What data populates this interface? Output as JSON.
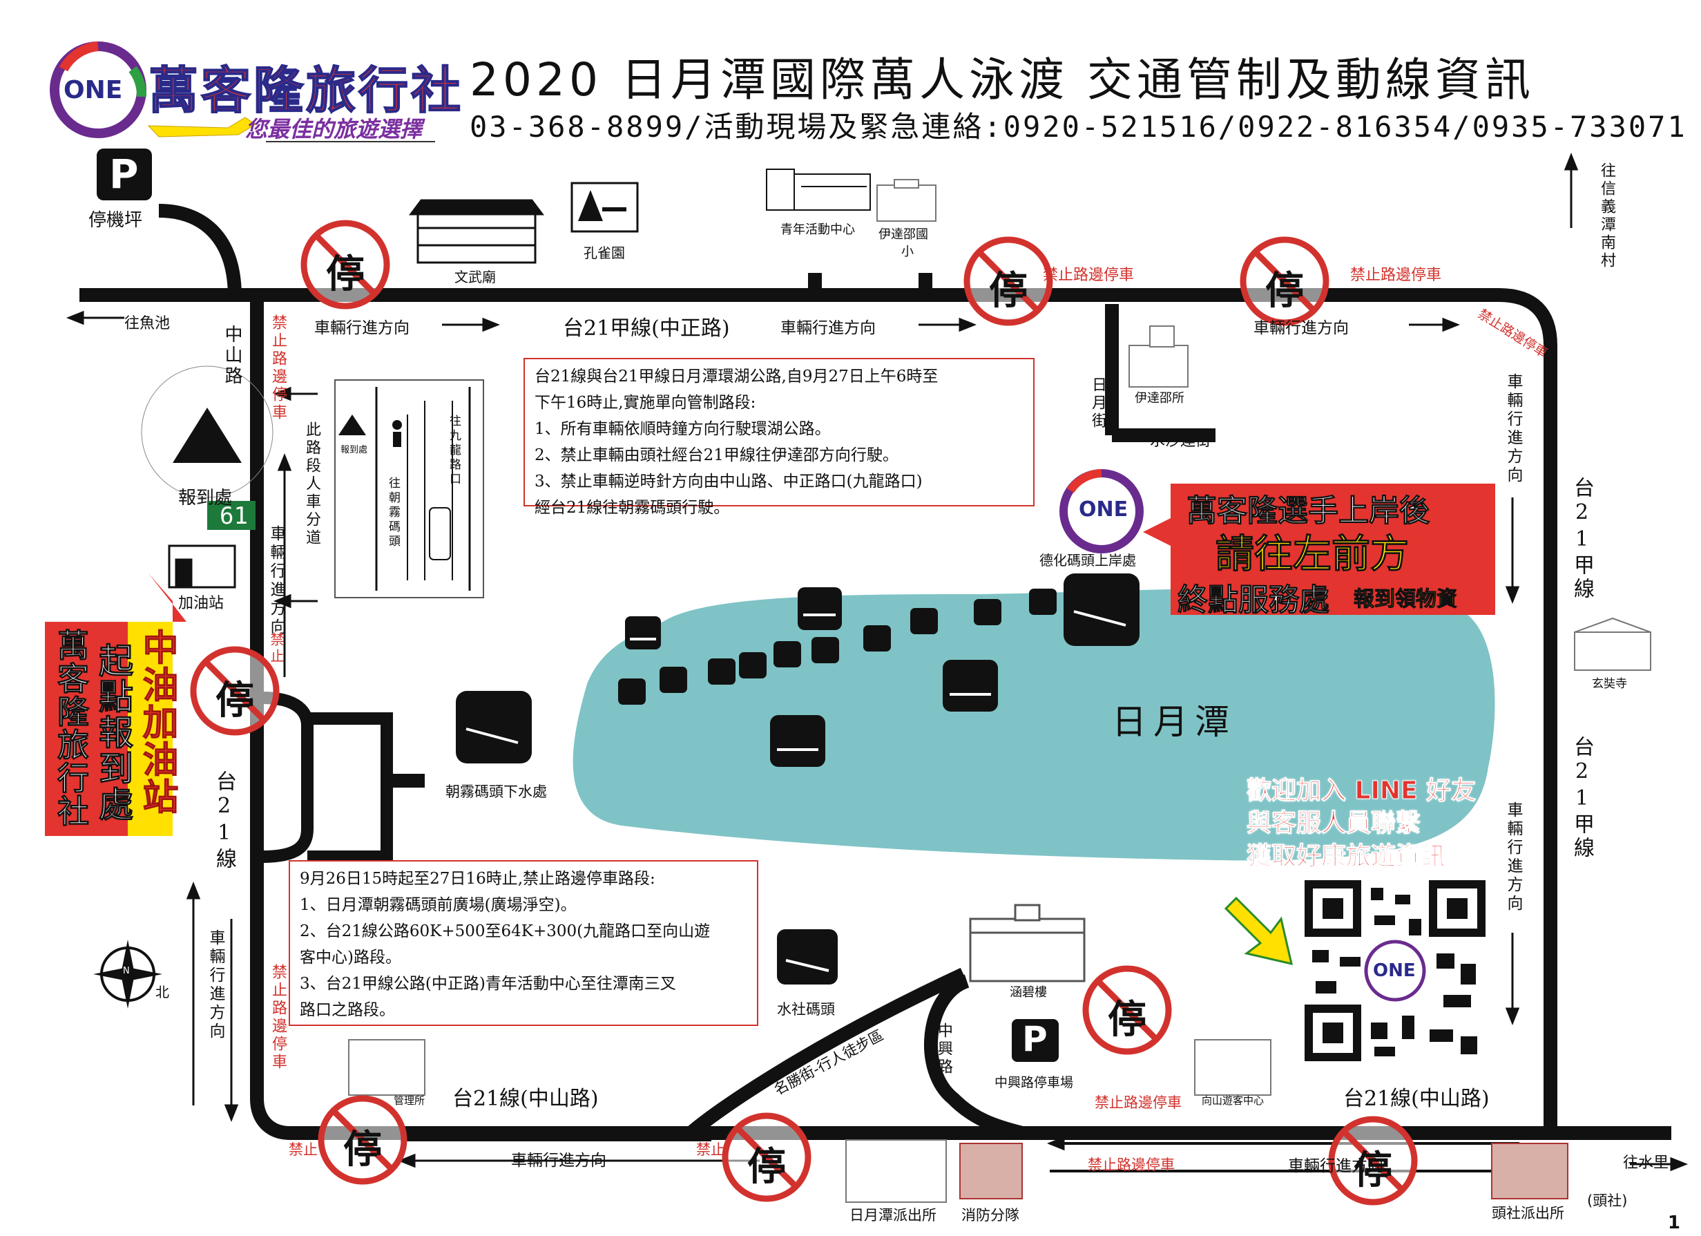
{
  "header": {
    "brand_name": "萬客隆旅行社",
    "brand_slogan": "您最佳的旅遊選擇",
    "logo_text": "ONE",
    "title": "2020 日月潭國際萬人泳渡 交通管制及動線資訊",
    "contact": "03-368-8899/活動現場及緊急連絡:0920-521516/0922-816354/0935-733071"
  },
  "colors": {
    "lake": "#7fc3c6",
    "road": "#111111",
    "warning_red": "#d2322d",
    "callout_red": "#e3342f",
    "badge_green": "#1d7a3a",
    "highlight_yellow": "#ffe000"
  },
  "icons": {
    "parking": "parking-icon",
    "no_parking": "no-parking-icon",
    "swimmer": "swimmer-icon",
    "canoe": "canoe-icon",
    "boat_ramp": "boat-ramp-icon",
    "compass": "compass-icon",
    "qr": "qr-code-icon",
    "arrow": "arrow-icon"
  },
  "no_parking_char": "停",
  "parking_char": "P",
  "places": {
    "airport_parking": "停機坪",
    "confucius_temple": "文武廟",
    "peacock_garden": "孔雀園",
    "youth_center": "青年活動中心",
    "ita_thao_school_a": "伊達邵國",
    "ita_thao_school_b": "小",
    "ita_thao_office": "伊達邵所",
    "dehua_pier": "德化碼頭上岸處",
    "registration": "報到處",
    "gas_station": "加油站",
    "chaowu_pier": "朝霧碼頭下水處",
    "shuishe_pier": "水社碼頭",
    "hanbi_tower": "涵碧樓",
    "zhongxing_parking": "中興路停車場",
    "xuanzang_temple": "玄奘寺",
    "management_office": "管理所",
    "xiangshan_center": "向山遊客中心",
    "police_station": "日月潭派出所",
    "fire_branch": "消防分隊",
    "toushe_police": "頭社派出所",
    "toushe": "(頭社)",
    "lake_name": "日月潭",
    "route_61": "61",
    "registration_small": "報到處"
  },
  "roads": {
    "to_fish_pond": "往魚池",
    "zhongshan_road_left": "中山路",
    "road_21a_top": "台21甲線(中正路)",
    "riyue_street": "日月街",
    "shuisha_street": "水沙連街",
    "road_21_left": "台21線",
    "road_21_bottom_left": "台21線(中山路)",
    "road_21_bottom_right": "台21線(中山路)",
    "zhongxing_road": "中興路",
    "mingsheng_street": "名勝街-行人徒步區",
    "road_21a_right_a": "台21甲線",
    "road_21a_right_b": "台21甲線",
    "to_xinyi": "往信義潭南村",
    "to_shuili": "往水里",
    "to_jiulong": "往九龍路口",
    "to_chaowu": "往朝霧碼頭",
    "ped_separation": "此路段人車分道"
  },
  "directions": {
    "vehicle_dir": "車輛行進方向"
  },
  "no_parking_labels": {
    "roadside": "禁止路邊停車",
    "short": "禁止"
  },
  "infobox_top": {
    "lines": [
      "台21線與台21甲線日月潭環湖公路,自9月27日上午6時至",
      "下午16時止,實施單向管制路段:",
      "1、所有車輛依順時鐘方向行駛環湖公路。",
      "2、禁止車輛由頭社經台21甲線往伊達邵方向行駛。",
      "3、禁止車輛逆時針方向由中山路、中正路口(九龍路口)",
      "   經台21線往朝霧碼頭行駛。"
    ]
  },
  "infobox_bottom": {
    "lines": [
      "9月26日15時起至27日16時止,禁止路邊停車路段:",
      "1、日月潭朝霧碼頭前廣場(廣場淨空)。",
      "2、台21線公路60K+500至64K+300(九龍路口至向山遊",
      "   客中心)路段。",
      "3、台21甲線公路(中正路)青年活動中心至往潭南三叉",
      "   路口之路段。"
    ]
  },
  "callout_finish": {
    "line1": "萬客隆選手上岸後",
    "line2": "請往左前方",
    "line3": "終點服務處",
    "line3_small": "報到領物資"
  },
  "callout_start": {
    "col1": "萬客隆旅行社",
    "col2": "起點報到處",
    "col3": "中油加油站"
  },
  "line_promo": {
    "line1": "歡迎加入 LINE 好友",
    "line2": "與客服人員聯繫",
    "line3": "獲取好康旅遊資訊"
  },
  "compass_n": "N",
  "compass_label": "北",
  "page_number": "1"
}
